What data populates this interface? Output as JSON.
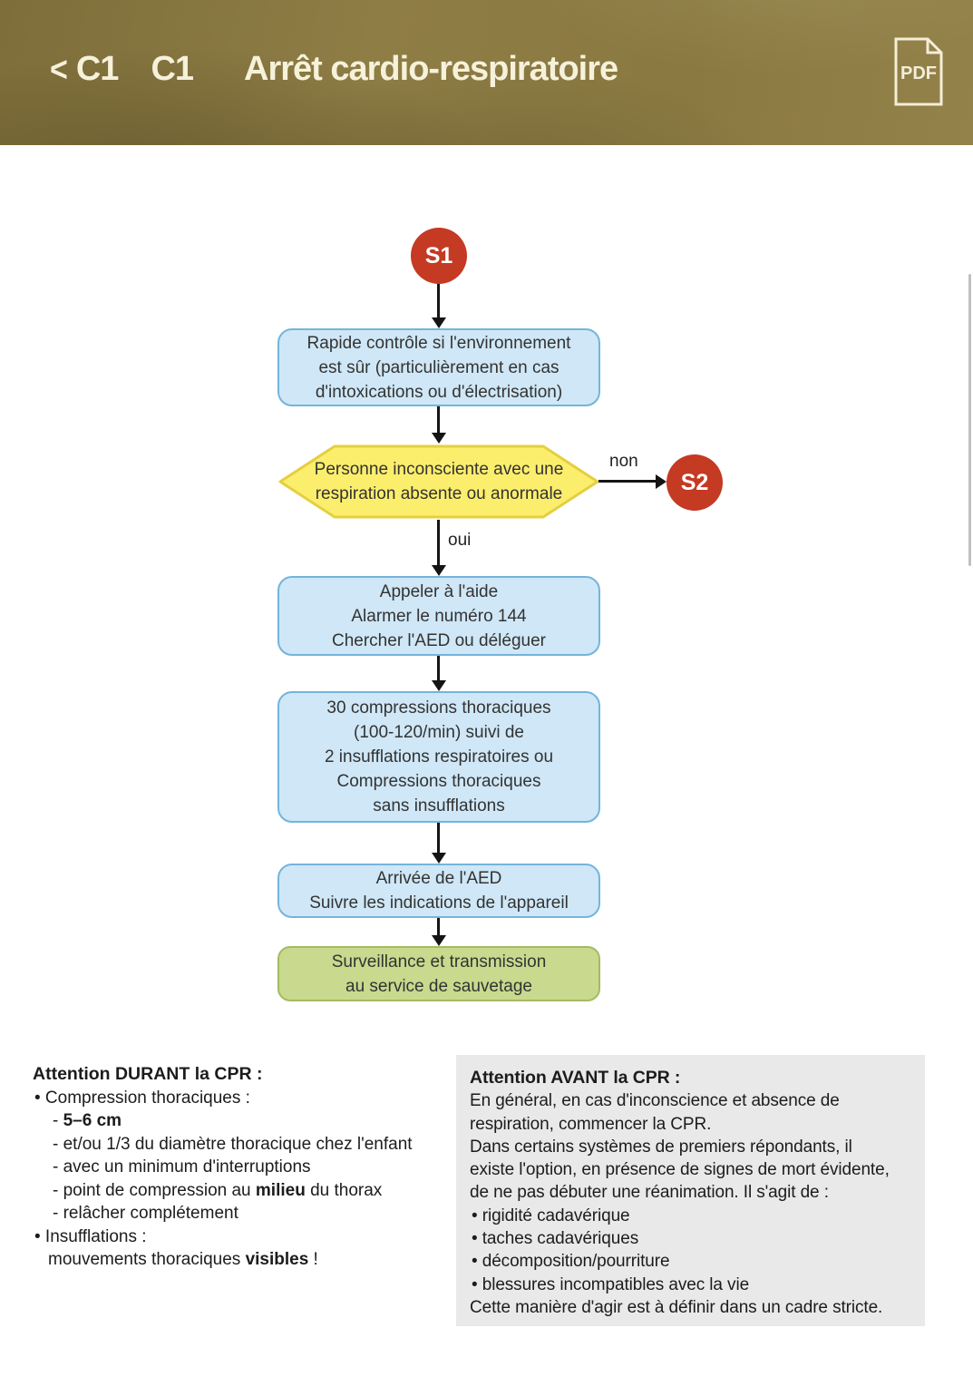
{
  "header": {
    "back_chevron": "<",
    "back_code": "C1",
    "chapter_code": "C1",
    "title": "Arrêt cardio-respiratoire",
    "pdf_label": "PDF"
  },
  "colors": {
    "header_olive": "#8b7a41",
    "header_text": "#f6f1da",
    "node_red": "#c43a23",
    "process_fill": "#cfe7f6",
    "process_border": "#74b4dc",
    "decision_fill": "#fcee6d",
    "decision_border": "#e5cf3f",
    "end_fill": "#c9d98d",
    "end_border": "#a5ba62",
    "panel_gray": "#e9e9e9",
    "arrow_black": "#141414"
  },
  "flowchart": {
    "start_label": "S1",
    "s2_label": "S2",
    "no_label": "non",
    "yes_label": "oui",
    "env_box": {
      "lines": [
        "Rapide contrôle si l'environnement",
        "est sûr (particulièrement en cas",
        "d'intoxications ou d'électrisation)"
      ]
    },
    "decision": {
      "lines": [
        "Personne inconsciente avec une",
        "respiration absente ou anormale"
      ]
    },
    "call_box": {
      "lines": [
        "Appeler à l'aide",
        "Alarmer le numéro 144",
        "Chercher l'AED ou déléguer"
      ]
    },
    "cpr_box": {
      "lines": [
        "30 compressions thoraciques",
        "(100-120/min) suivi de",
        "2 insufflations respiratoires ou",
        "Compressions thoraciques",
        "sans insufflations"
      ]
    },
    "aed_box": {
      "lines": [
        "Arrivée de l'AED",
        "Suivre les indications de l'appareil"
      ]
    },
    "end_box": {
      "lines": [
        "Surveillance et transmission",
        "au service de sauvetage"
      ]
    }
  },
  "notes_during": {
    "heading": "Attention DURANT la CPR :",
    "lines": [
      {
        "parts": [
          {
            "t": "• Compression thoraciques :"
          }
        ]
      },
      {
        "parts": [
          {
            "t": "- "
          },
          {
            "t": "5–6 cm",
            "bold": true
          }
        ]
      },
      {
        "parts": [
          {
            "t": "- et/ou 1/3 du diamètre thoracique chez l'enfant"
          }
        ]
      },
      {
        "parts": [
          {
            "t": "- avec un minimum d'interruptions"
          }
        ]
      },
      {
        "parts": [
          {
            "t": "- point de compression au "
          },
          {
            "t": "milieu",
            "bold": true
          },
          {
            "t": " du thorax"
          }
        ]
      },
      {
        "parts": [
          {
            "t": "- relâcher complétement"
          }
        ]
      },
      {
        "parts": [
          {
            "t": "• Insufflations :"
          }
        ]
      },
      {
        "parts": [
          {
            "t": "mouvements thoraciques "
          },
          {
            "t": "visibles",
            "bold": true
          },
          {
            "t": " !"
          }
        ]
      }
    ]
  },
  "notes_before": {
    "heading": "Attention AVANT la CPR :",
    "lines": [
      "En général, en cas d'inconscience et absence de",
      "respiration, commencer la CPR.",
      "Dans certains systèmes de premiers répondants, il",
      "existe l'option, en présence de signes de mort évidente,",
      "de ne pas débuter une réanimation. Il s'agit de :",
      "• rigidité cadavérique",
      "• taches cadavériques",
      "• décomposition/pourriture",
      "• blessures incompatibles avec la vie",
      "Cette manière d'agir est à définir dans un cadre stricte."
    ]
  }
}
